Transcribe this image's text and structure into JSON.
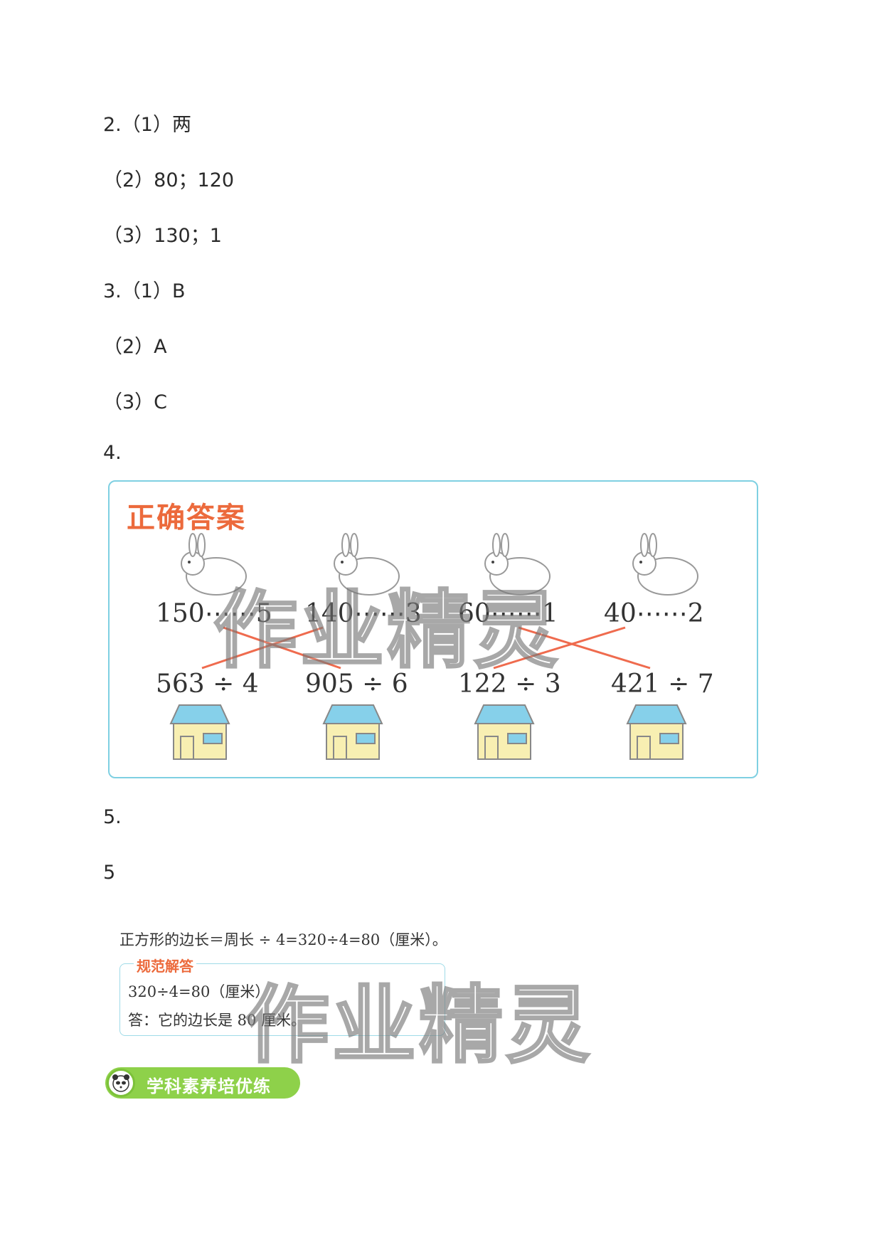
{
  "lines": [
    "2.（1）两",
    "（2）80；120",
    "（3）130；1",
    "3.（1）B",
    "（2）A",
    "（3）C",
    "4.",
    "5.",
    "5"
  ],
  "figure4": {
    "title": "正确答案",
    "remainders": [
      "150⋯⋯5",
      "140⋯⋯3",
      "60⋯⋯1",
      "40⋯⋯2"
    ],
    "expressions": [
      "563 ÷ 4",
      "905 ÷ 6",
      "122 ÷ 3",
      "421 ÷ 7"
    ],
    "colors": {
      "line": "#ef6b4e",
      "border": "#7fd0e2",
      "roof": "#86d0ea",
      "wall": "#f8efb2"
    }
  },
  "figure5": {
    "formula": "正方形的边长＝周长 ÷ 4=320÷4=80（厘米）。",
    "label": "规范解答",
    "calc": "320÷4=80（厘米）",
    "answer": "答：它的边长是 80 厘米。"
  },
  "banner": {
    "text": "学科素养培优练",
    "icon": "panda-icon"
  },
  "watermark": "作业精灵"
}
